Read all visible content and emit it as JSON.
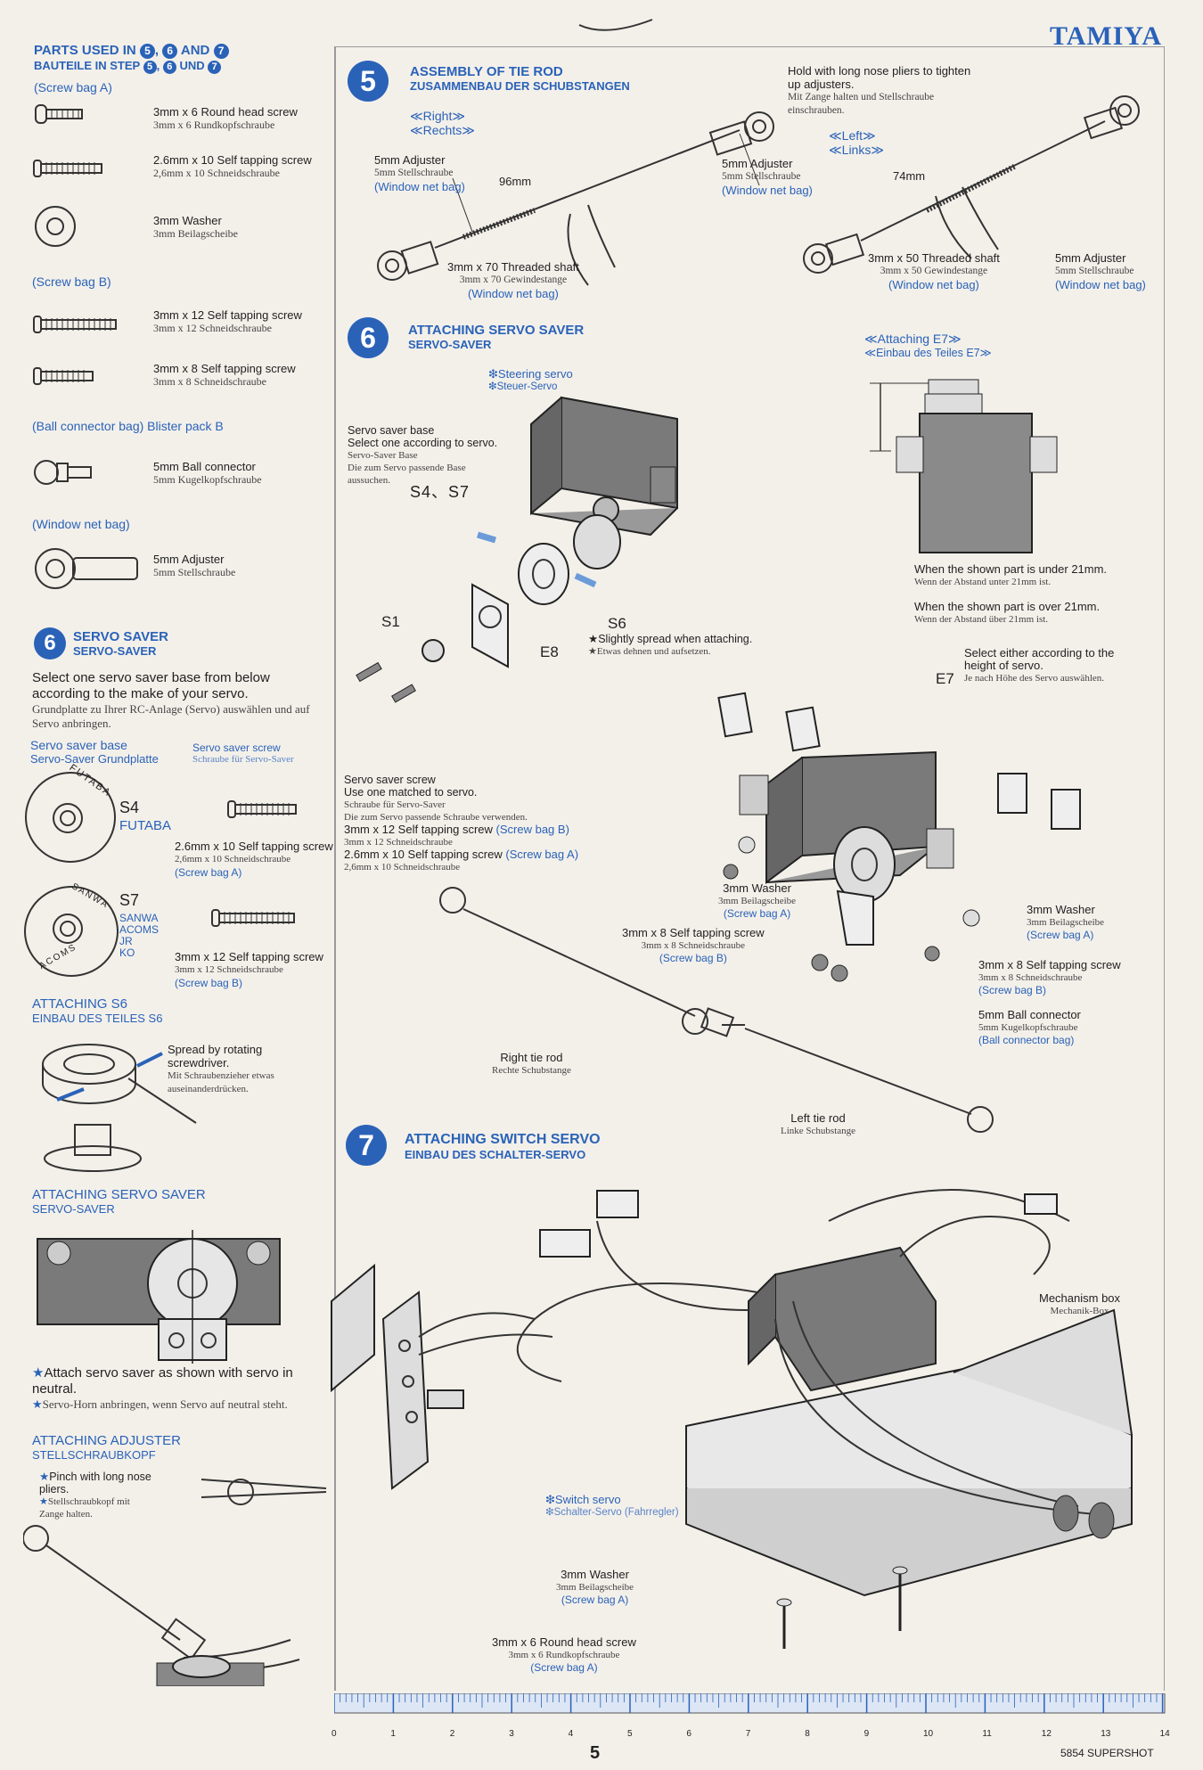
{
  "brand": "TAMIYA",
  "left": {
    "parts_title_en": "PARTS USED IN",
    "parts_title_num1": "5",
    "parts_title_sep": ",",
    "parts_title_num2": "6",
    "parts_title_and": "AND",
    "parts_title_num3": "7",
    "parts_title_de": "BAUTEILE IN STEP",
    "parts_title_de_num1": "5",
    "parts_title_de_num2": "6",
    "parts_title_de_und": "UND",
    "parts_title_de_num3": "7",
    "bag_a": "(Screw bag A)",
    "bag_b": "(Screw bag B)",
    "ball_bag": "(Ball connector bag) Blister pack B",
    "window_bag": "(Window net bag)",
    "parts": [
      {
        "en": "3mm x 6 Round head screw",
        "de": "3mm x 6 Rundkopfschraube"
      },
      {
        "en": "2.6mm x 10 Self tapping screw",
        "de": "2,6mm x 10 Schneidschraube"
      },
      {
        "en": "3mm Washer",
        "de": "3mm Beilagscheibe"
      },
      {
        "en": "3mm x 12 Self tapping screw",
        "de": "3mm x 12 Schneidschraube"
      },
      {
        "en": "3mm x 8 Self tapping screw",
        "de": "3mm x 8 Schneidschraube"
      },
      {
        "en": "5mm Ball connector",
        "de": "5mm Kugelkopfschraube"
      },
      {
        "en": "5mm Adjuster",
        "de": "5mm Stellschraube"
      }
    ],
    "servo_saver_num": "6",
    "servo_saver_en": "SERVO SAVER",
    "servo_saver_de": "SERVO-SAVER",
    "select_en": "Select one servo saver base from below according to the make of your servo.",
    "select_de": "Grundplatte zu Ihrer RC-Anlage (Servo) auswählen und auf Servo anbringen.",
    "base_en": "Servo saver base",
    "base_de": "Servo-Saver Grundplatte",
    "screw_en": "Servo saver screw",
    "screw_de": "Schraube für Servo-Saver",
    "s4": "S4",
    "futaba": "FUTABA",
    "futaba_ring": "FUTABA",
    "s4_screw_en": "2.6mm x 10 Self tapping screw",
    "s4_screw_de": "2,6mm x 10 Schneidschraube",
    "s4_screw_bag": "(Screw bag A)",
    "s7": "S7",
    "s7_makes": [
      "SANWA",
      "ACOMS",
      "JR",
      "KO"
    ],
    "sanwa_ring": "SANWA",
    "acoms_ring": "ACOMS",
    "s7_screw_en": "3mm x 12 Self tapping screw",
    "s7_screw_de": "3mm x 12 Schneidschraube",
    "s7_screw_bag": "(Screw bag B)",
    "att_s6_en": "ATTACHING S6",
    "att_s6_de": "EINBAU DES TEILES S6",
    "spread_en": "Spread by rotating screwdriver.",
    "spread_de": "Mit Schraubenzieher etwas auseinanderdrücken.",
    "att_saver_en": "ATTACHING SERVO SAVER",
    "att_saver_de": "SERVO-SAVER",
    "attach_note_en": "Attach servo saver as shown with servo in neutral.",
    "attach_note_de": "Servo-Horn anbringen, wenn Servo auf neutral steht.",
    "att_adj_en": "ATTACHING ADJUSTER",
    "att_adj_de": "STELLSCHRAUBKOPF",
    "pinch_en": "Pinch with long nose pliers.",
    "pinch_de": "Stellschraubkopf mit Zange halten."
  },
  "step5": {
    "num": "5",
    "title_en": "ASSEMBLY OF TIE ROD",
    "title_de": "ZUSAMMENBAU DER SCHUBSTANGEN",
    "right_en": "≪Right≫",
    "right_de": "≪Rechts≫",
    "left_en": "≪Left≫",
    "left_de": "≪Links≫",
    "hold_en": "Hold with long nose pliers to tighten up adjusters.",
    "hold_de": "Mit Zange halten und Stellschraube einschrauben.",
    "adj_en": "5mm Adjuster",
    "adj_de": "5mm Stellschraube",
    "window": "(Window net bag)",
    "len96": "96mm",
    "len74": "74mm",
    "shaft70_en": "3mm x 70 Threaded shaft",
    "shaft70_de": "3mm x 70 Gewindestange",
    "shaft50_en": "3mm x 50 Threaded shaft",
    "shaft50_de": "3mm x 50 Gewindestange"
  },
  "step6": {
    "num": "6",
    "title_en": "ATTACHING SERVO SAVER",
    "title_de": "SERVO-SAVER",
    "steering_en": "❇Steering servo",
    "steering_de": "❇Steuer-Servo",
    "base_en1": "Servo saver base",
    "base_en2": "Select one according to servo.",
    "base_de1": "Servo-Saver Base",
    "base_de2": "Die zum Servo passende Base aussuchen.",
    "base_parts": "S4、S7",
    "s1": "S1",
    "s6": "S6",
    "e8": "E8",
    "e7": "E7",
    "spread_en": "★Slightly spread when attaching.",
    "spread_de": "★Etwas dehnen und aufsetzen.",
    "att_e7_en": "≪Attaching E7≫",
    "att_e7_de": "≪Einbau des Teiles E7≫",
    "under_en": "When the shown part is under 21mm.",
    "under_de": "Wenn der Abstand unter 21mm ist.",
    "over_en": "When the shown part is over 21mm.",
    "over_de": "Wenn der Abstand über 21mm ist.",
    "select_en": "Select either according to the height of servo.",
    "select_de": "Je nach Höhe des Servo auswählen.",
    "screw_en1": "Servo saver screw",
    "screw_en2": "Use one matched to servo.",
    "screw_de1": "Schraube für Servo-Saver",
    "screw_de2": "Die zum Servo passende Schraube verwenden.",
    "screw12_en": "3mm x 12 Self tapping screw",
    "screw12_bag": "(Screw bag B)",
    "screw12_de": "3mm x 12 Schneidschraube",
    "screw26_en": "2.6mm x 10 Self tapping screw",
    "screw26_bag": "(Screw bag A)",
    "screw26_de": "2,6mm x 10 Schneidschraube",
    "washer_en": "3mm Washer",
    "washer_de": "3mm Beilagscheibe",
    "washer_bag": "(Screw bag A)",
    "screw8_en": "3mm x 8 Self tapping screw",
    "screw8_de": "3mm x 8 Schneidschraube",
    "screw8_bag": "(Screw bag B)",
    "ball_en": "5mm Ball connector",
    "ball_de": "5mm Kugelkopfschraube",
    "ball_bag": "(Ball connector bag)",
    "right_rod_en": "Right tie rod",
    "right_rod_de": "Rechte Schubstange",
    "left_rod_en": "Left tie rod",
    "left_rod_de": "Linke Schubstange"
  },
  "step7": {
    "num": "7",
    "title_en": "ATTACHING SWITCH SERVO",
    "title_de": "EINBAU DES SCHALTER-SERVO",
    "mech_en": "Mechanism box",
    "mech_de": "Mechanik-Box",
    "switch_en": "❇Switch servo",
    "switch_de": "❇Schalter-Servo (Fahrregler)",
    "washer_en": "3mm Washer",
    "washer_de": "3mm Beilagscheibe",
    "washer_bag": "(Screw bag A)",
    "screw_en": "3mm x 6 Round head screw",
    "screw_de": "3mm x 6 Rundkopfschraube",
    "screw_bag": "(Screw bag A)"
  },
  "ruler": [
    "0",
    "1",
    "2",
    "3",
    "4",
    "5",
    "6",
    "7",
    "8",
    "9",
    "10",
    "11",
    "12",
    "13",
    "14"
  ],
  "page_number": "5",
  "footer": "5854 SUPERSHOT"
}
